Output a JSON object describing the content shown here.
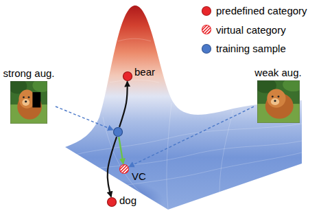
{
  "diagram": {
    "nodes": [
      {
        "text": [
          "strong aug."
        ]
      },
      {
        "text": [
          "weak aug."
        ]
      },
      {
        "text": [
          "bear"
        ]
      },
      {
        "text": []
      },
      {
        "text": [
          "VC"
        ]
      },
      {
        "text": [
          "dog"
        ]
      }
    ],
    "edges": [
      {
        "from": 0,
        "to": 3,
        "arrow": "to"
      },
      {
        "from": 1,
        "to": 4,
        "arrow": "to"
      },
      {
        "from": 3,
        "to": 2,
        "arrow": "to"
      },
      {
        "from": 3,
        "to": 5,
        "arrow": "to"
      },
      {
        "from": 3,
        "to": 4,
        "arrow": "to"
      }
    ],
    "legend": [
      {
        "text": "predefined category",
        "color": "#e8262b"
      },
      {
        "text": "virtual category"
      },
      {
        "text": "training sample",
        "color": "#4a78c8"
      }
    ]
  }
}
